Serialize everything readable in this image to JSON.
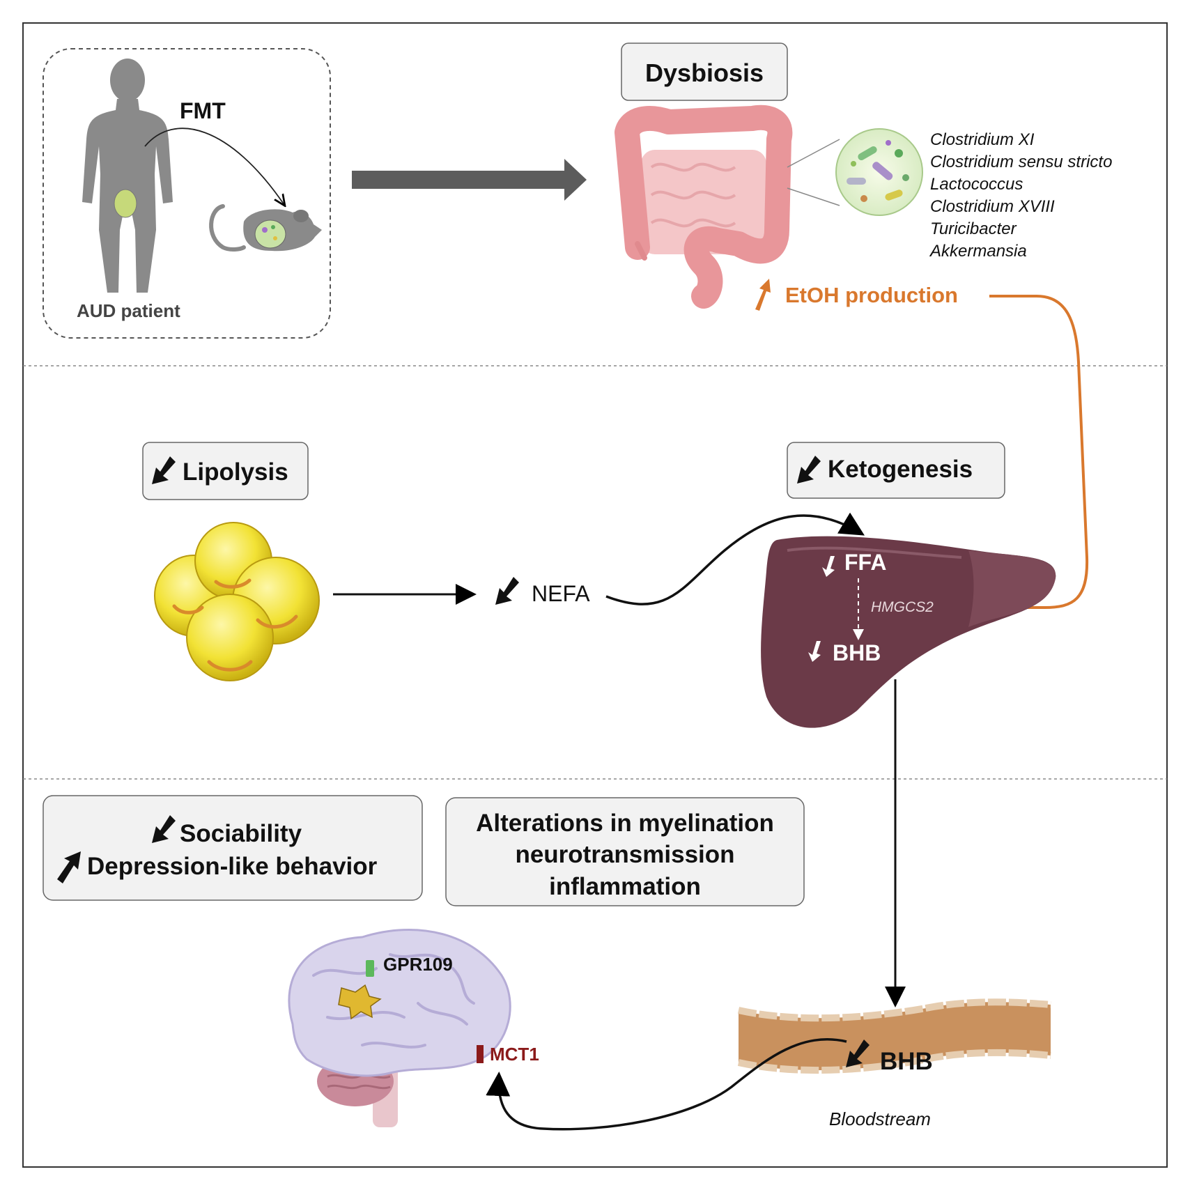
{
  "top": {
    "fmt_label": "FMT",
    "aud_label": "AUD patient",
    "dysbiosis_label": "Dysbiosis",
    "bacteria": [
      "Clostridium XI",
      "Clostridium sensu stricto",
      "Lactococcus",
      "Clostridium XVIII",
      "Turicibacter",
      "Akkermansia"
    ],
    "etoh_label": "EtOH production"
  },
  "middle": {
    "lipolysis_label": "Lipolysis",
    "ketogenesis_label": "Ketogenesis",
    "nefa_label": "NEFA",
    "ffa_label": "FFA",
    "hmgcs2_label": "HMGCS2",
    "bhb_liver_label": "BHB"
  },
  "bottom": {
    "sociability_label": "Sociability",
    "depression_label": "Depression-like behavior",
    "alterations_lines": [
      "Alterations in myelination",
      "neurotransmission",
      "inflammation"
    ],
    "gpr109_label": "GPR109",
    "mct1_label": "MCT1",
    "bhb_blood_label": "BHB",
    "bloodstream_label": "Bloodstream"
  },
  "colors": {
    "orange": "#d9782d",
    "liver": "#6b3a48",
    "fat": "#f2e235",
    "gut": "#e8969a",
    "blood_vessel": "#c9915e",
    "mct1": "#8b1a1a",
    "gpr109": "#5cb85c",
    "box_fill": "#f2f2f2"
  },
  "icons": [
    "human-silhouette-icon",
    "mouse-icon",
    "intestine-icon",
    "microbiota-icon",
    "fat-cells-icon",
    "liver-icon",
    "brain-icon",
    "blood-vessel-icon",
    "down-arrow-icon",
    "up-arrow-icon"
  ]
}
